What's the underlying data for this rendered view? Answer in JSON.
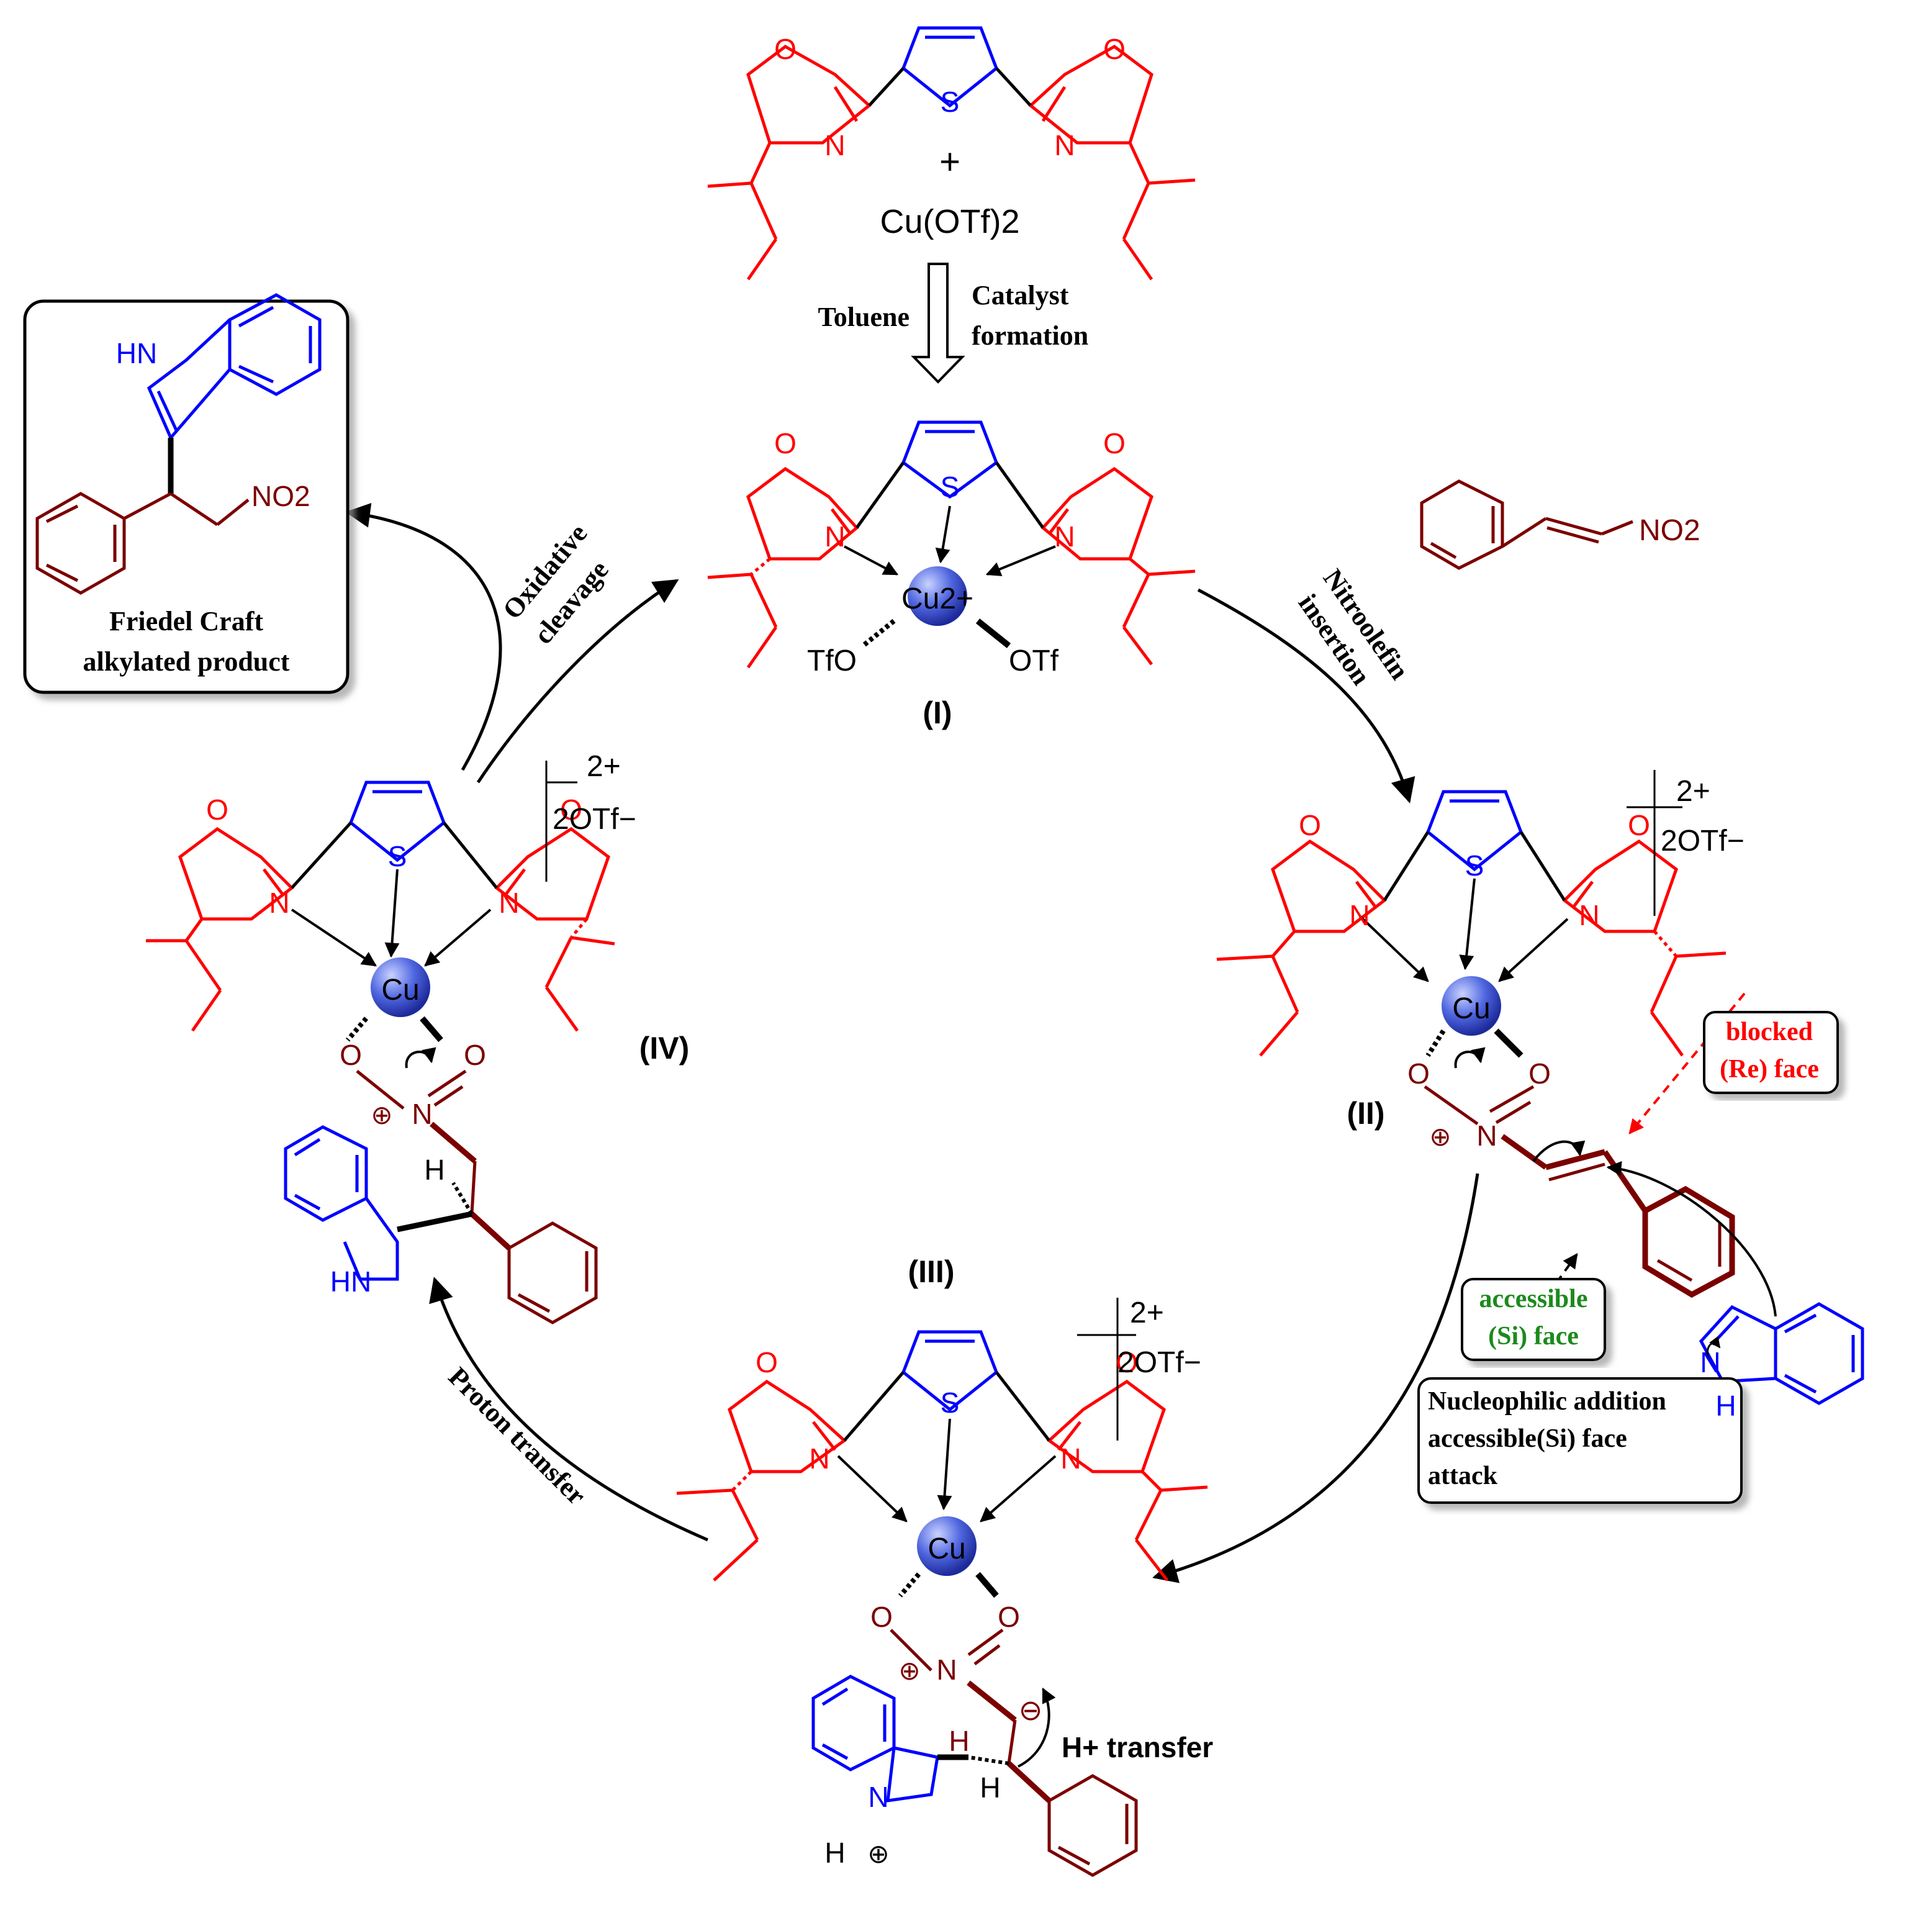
{
  "colors": {
    "oxazoline": "#ff0000",
    "thiophene": "#0000ff",
    "nitro": "#7b0000",
    "copper": "#4a62d8",
    "text": "#000000",
    "blocked": "#ff0000",
    "accessible": "#1c8a1c"
  },
  "atoms": {
    "o": "O",
    "n": "N",
    "s": "S",
    "cu": "Cu",
    "cu2plus": "Cu2+",
    "h": "H",
    "hn": "HN",
    "nh": "NH",
    "plus": "+",
    "minus": "−",
    "plus_circ": "⊕",
    "minus_circ": "⊖",
    "tfo": "TfO",
    "otf": "OTf",
    "no2": "NO2",
    "charge": "2+",
    "counter": "2OTf−"
  },
  "reagents": {
    "plus_sign": "+",
    "cu_salt": "Cu(OTf)2",
    "solvent": "Toluene",
    "catalyst_formation_1": "Catalyst",
    "catalyst_formation_2": "formation"
  },
  "steps": {
    "nitroolefin_1": "Nitroolefin",
    "nitroolefin_2": "insertion",
    "oxidative_1": "Oxidative",
    "oxidative_2": "cleavage",
    "proton": "Proton transfer",
    "h_transfer": "H+ transfer"
  },
  "intermediates": {
    "i": "(I)",
    "ii": "(II)",
    "iii": "(III)",
    "iv": "(IV)"
  },
  "product_box": {
    "line1": "Friedel Craft",
    "line2": "alkylated product"
  },
  "face_labels": {
    "blocked_1": "blocked",
    "blocked_2": "(Re) face",
    "accessible_1": "accessible",
    "accessible_2": "(Si) face",
    "nucleophilic_1": "Nucleophilic addition",
    "nucleophilic_2": "accessible(Si) face",
    "nucleophilic_3": "attack"
  }
}
